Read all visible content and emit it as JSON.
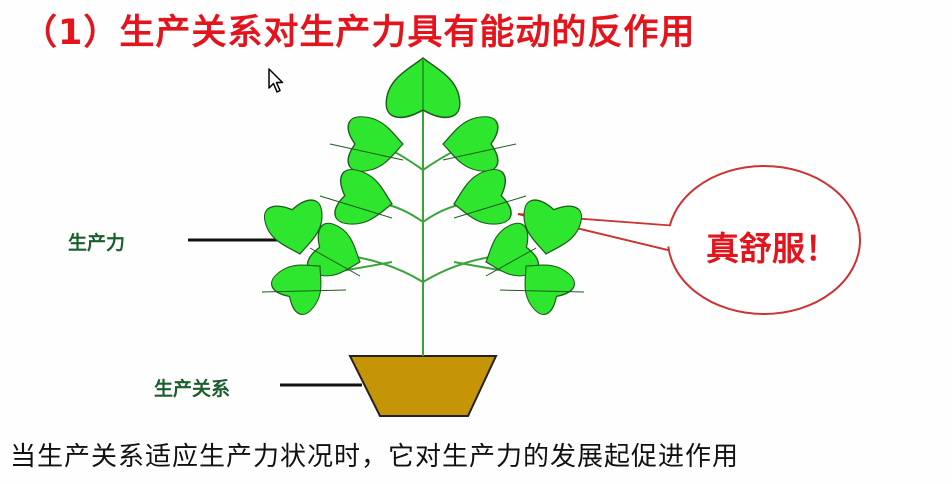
{
  "title": "（1）生产关系对生产力具有能动的反作用",
  "labels": {
    "productive_forces": "生产力",
    "relations_of_production": "生产关系"
  },
  "speech_bubble": {
    "text": "真舒服！"
  },
  "caption": "当生产关系适应生产力状况时，它对生产力的发展起促进作用",
  "colors": {
    "title": "#e4141c",
    "label": "#1b5e2e",
    "leaf_fill": "#2ee62e",
    "pot_fill": "#c69507",
    "stem": "#3aa33a"
  }
}
